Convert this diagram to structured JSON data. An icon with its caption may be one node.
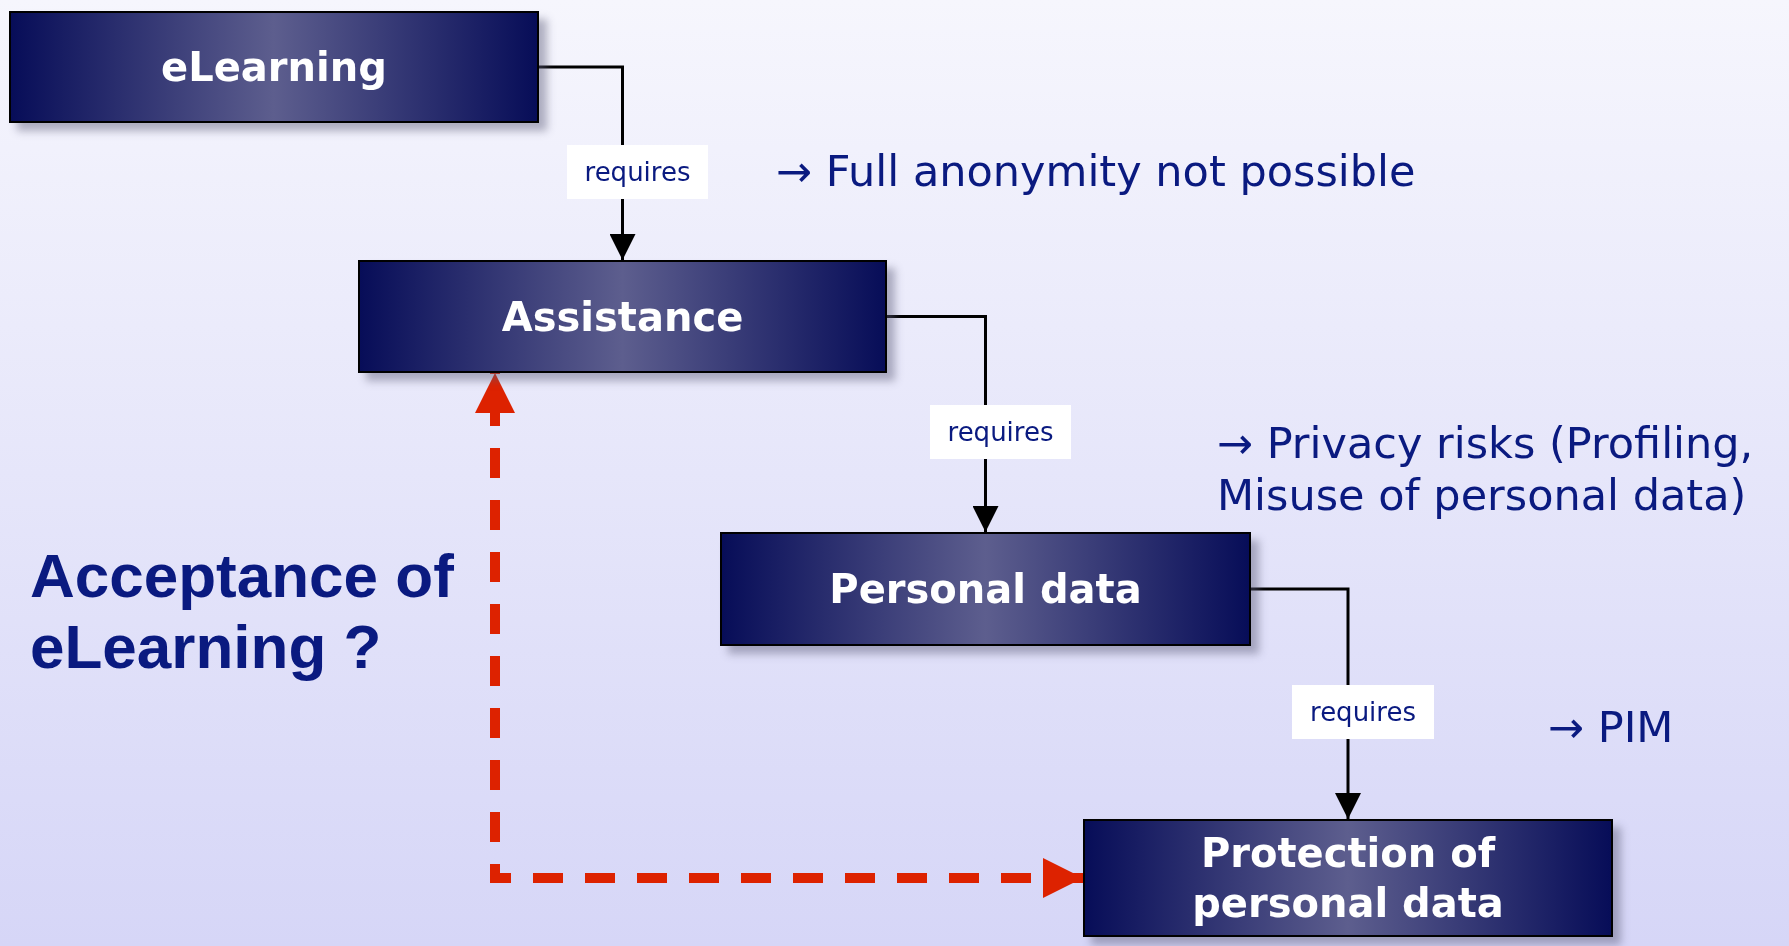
{
  "diagram": {
    "title": "Acceptance of eLearning ?",
    "nodes": [
      {
        "text": [
          "eLearning"
        ]
      },
      {
        "text": [
          "Assistance"
        ]
      },
      {
        "text": [
          "Personal data"
        ]
      },
      {
        "text": [
          "Protection of personal data"
        ]
      }
    ],
    "edges": [
      {
        "from": 0,
        "to": 1,
        "arrow": "to",
        "label": "requires"
      },
      {
        "from": 1,
        "to": 2,
        "arrow": "to",
        "label": "requires"
      },
      {
        "from": 2,
        "to": 3,
        "arrow": "to",
        "label": "requires"
      },
      {
        "from": 3,
        "to": 1,
        "arrow": "both",
        "style": "dashed",
        "color": "#dd2200"
      }
    ],
    "labels": [
      "→ Full anonymity not possible",
      "→ Privacy risks (Profiling, Misuse of personal data)",
      "→ PIM"
    ]
  }
}
